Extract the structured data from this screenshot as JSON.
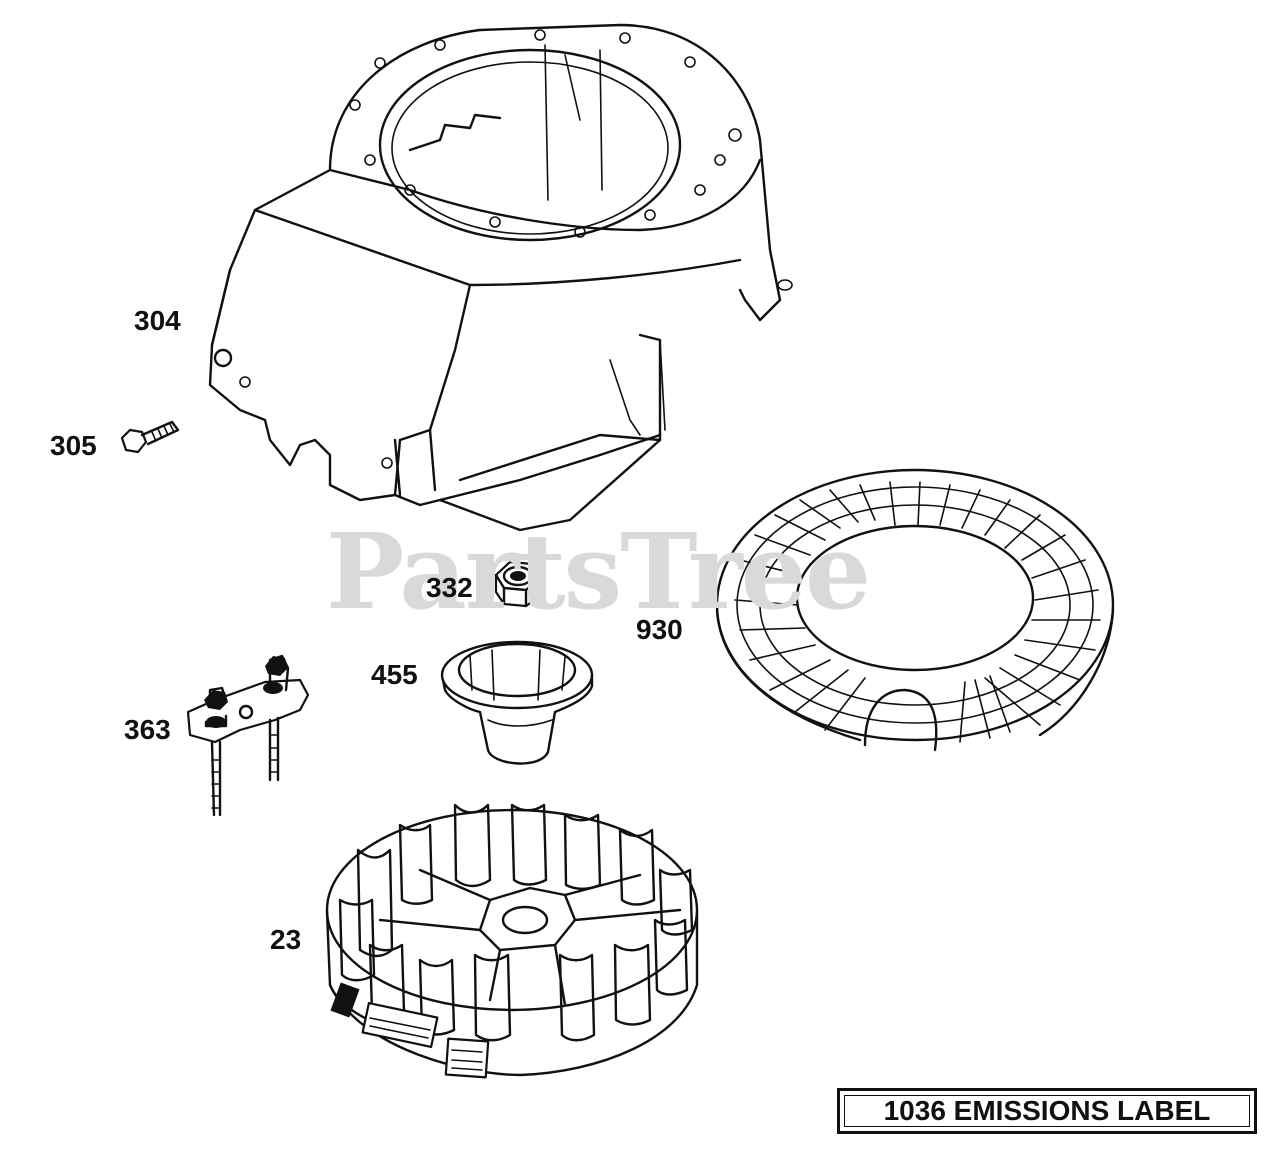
{
  "watermark": "PartsTree",
  "parts": [
    {
      "id": "p304",
      "number": "304"
    },
    {
      "id": "p305",
      "number": "305"
    },
    {
      "id": "p332",
      "number": "332"
    },
    {
      "id": "p930",
      "number": "930"
    },
    {
      "id": "p455",
      "number": "455"
    },
    {
      "id": "p363",
      "number": "363"
    },
    {
      "id": "p23",
      "number": "23"
    }
  ],
  "emissions_label": "1036 EMISSIONS LABEL"
}
